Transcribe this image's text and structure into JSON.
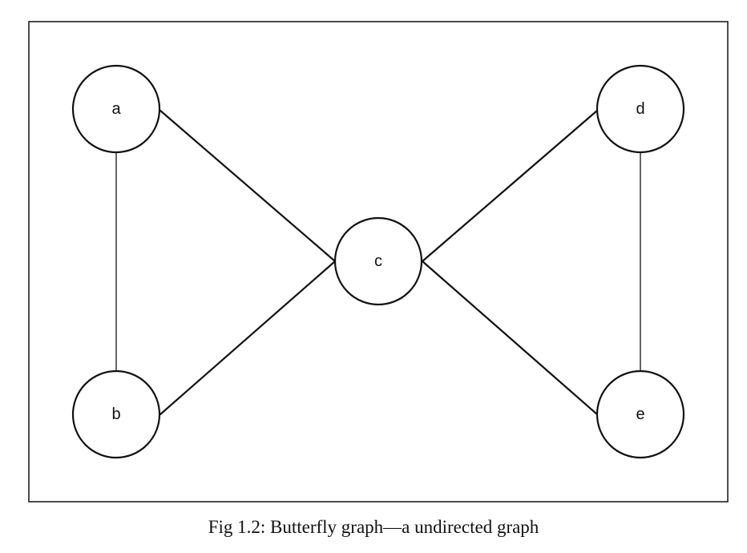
{
  "figure": {
    "caption": "Fig 1.2: Butterfly graph—a undirected graph"
  },
  "graph": {
    "directed": false,
    "nodes": [
      {
        "id": "a",
        "label": "a"
      },
      {
        "id": "b",
        "label": "b"
      },
      {
        "id": "c",
        "label": "c"
      },
      {
        "id": "d",
        "label": "d"
      },
      {
        "id": "e",
        "label": "e"
      }
    ],
    "edges": [
      {
        "from": "a",
        "to": "b"
      },
      {
        "from": "a",
        "to": "c"
      },
      {
        "from": "b",
        "to": "c"
      },
      {
        "from": "c",
        "to": "d"
      },
      {
        "from": "c",
        "to": "e"
      },
      {
        "from": "d",
        "to": "e"
      }
    ]
  }
}
